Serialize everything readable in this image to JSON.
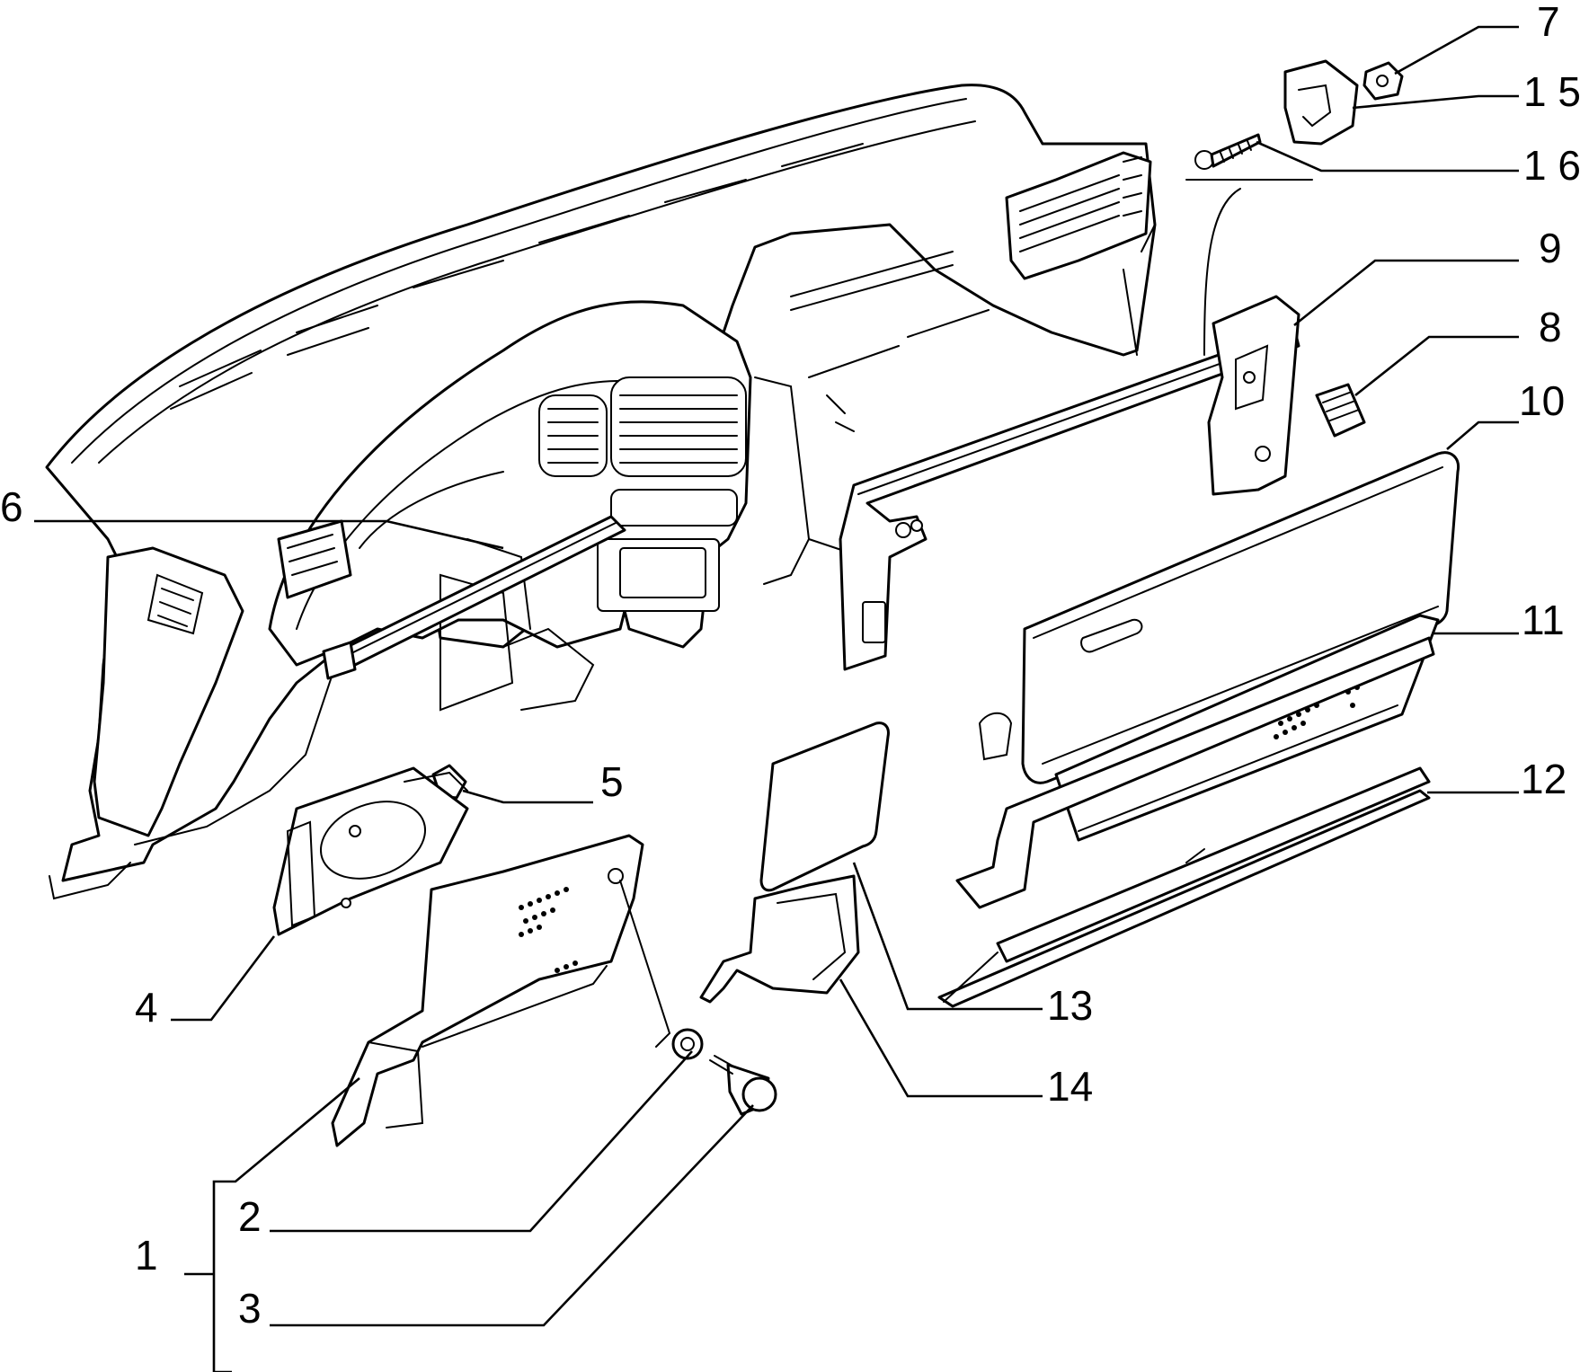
{
  "diagram": {
    "callouts": [
      {
        "id": "1",
        "text": "1"
      },
      {
        "id": "2",
        "text": "2"
      },
      {
        "id": "3",
        "text": "3"
      },
      {
        "id": "4",
        "text": "4"
      },
      {
        "id": "5",
        "text": "5"
      },
      {
        "id": "6",
        "text": "6"
      },
      {
        "id": "7",
        "text": "7"
      },
      {
        "id": "8",
        "text": "8"
      },
      {
        "id": "9",
        "text": "9"
      },
      {
        "id": "10",
        "text": "10"
      },
      {
        "id": "11",
        "text": "11"
      },
      {
        "id": "12",
        "text": "12"
      },
      {
        "id": "13",
        "text": "13"
      },
      {
        "id": "14",
        "text": "14"
      },
      {
        "id": "15",
        "text": "1 5"
      },
      {
        "id": "16",
        "text": "1 6"
      }
    ],
    "colors": {
      "ink": "#000000",
      "paper": "#ffffff"
    }
  }
}
